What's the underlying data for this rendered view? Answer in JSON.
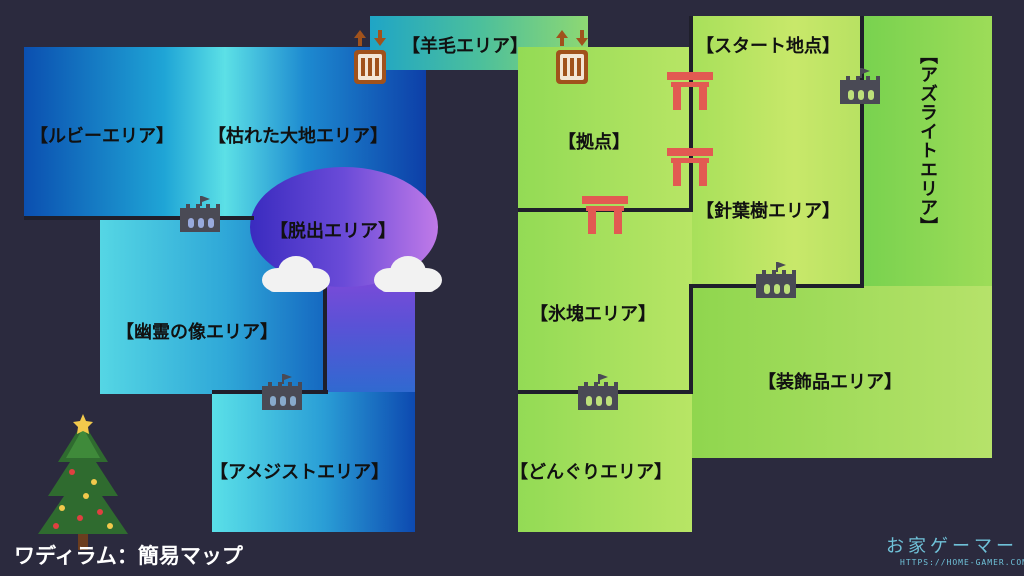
{
  "map": {
    "zones": {
      "ruby": "【ルビーエリア】",
      "kareta": "【枯れた大地エリア】",
      "dasshutsu": "【脱出エリア】",
      "yurei": "【幽霊の像エリア】",
      "amethyst": "【アメジストエリア】",
      "youmou": "【羊毛エリア】",
      "kyoten": "【拠点】",
      "start": "【スタート地点】",
      "azurite": "【アズライトエリア】",
      "shinyoju": "【針葉樹エリア】",
      "hyoukai": "【氷塊エリア】",
      "soushoku": "【装飾品エリア】",
      "donguri": "【どんぐりエリア】"
    },
    "icons": {
      "castle": "castle-icon",
      "gate": "torii-gate-icon",
      "elevator": "elevator-icon",
      "cloud": "cloud-icon",
      "tree": "christmas-tree-icon"
    },
    "colors": {
      "background": "#2b2a3e",
      "wall": "#1f1f2b",
      "gate": "#e25a52",
      "elevator": "#a0521c"
    }
  },
  "footer": {
    "title": "ワディラム：簡易マップ",
    "brand": "お家ゲーマー",
    "url": "HTTPS://HOME-GAMER.COM/"
  }
}
